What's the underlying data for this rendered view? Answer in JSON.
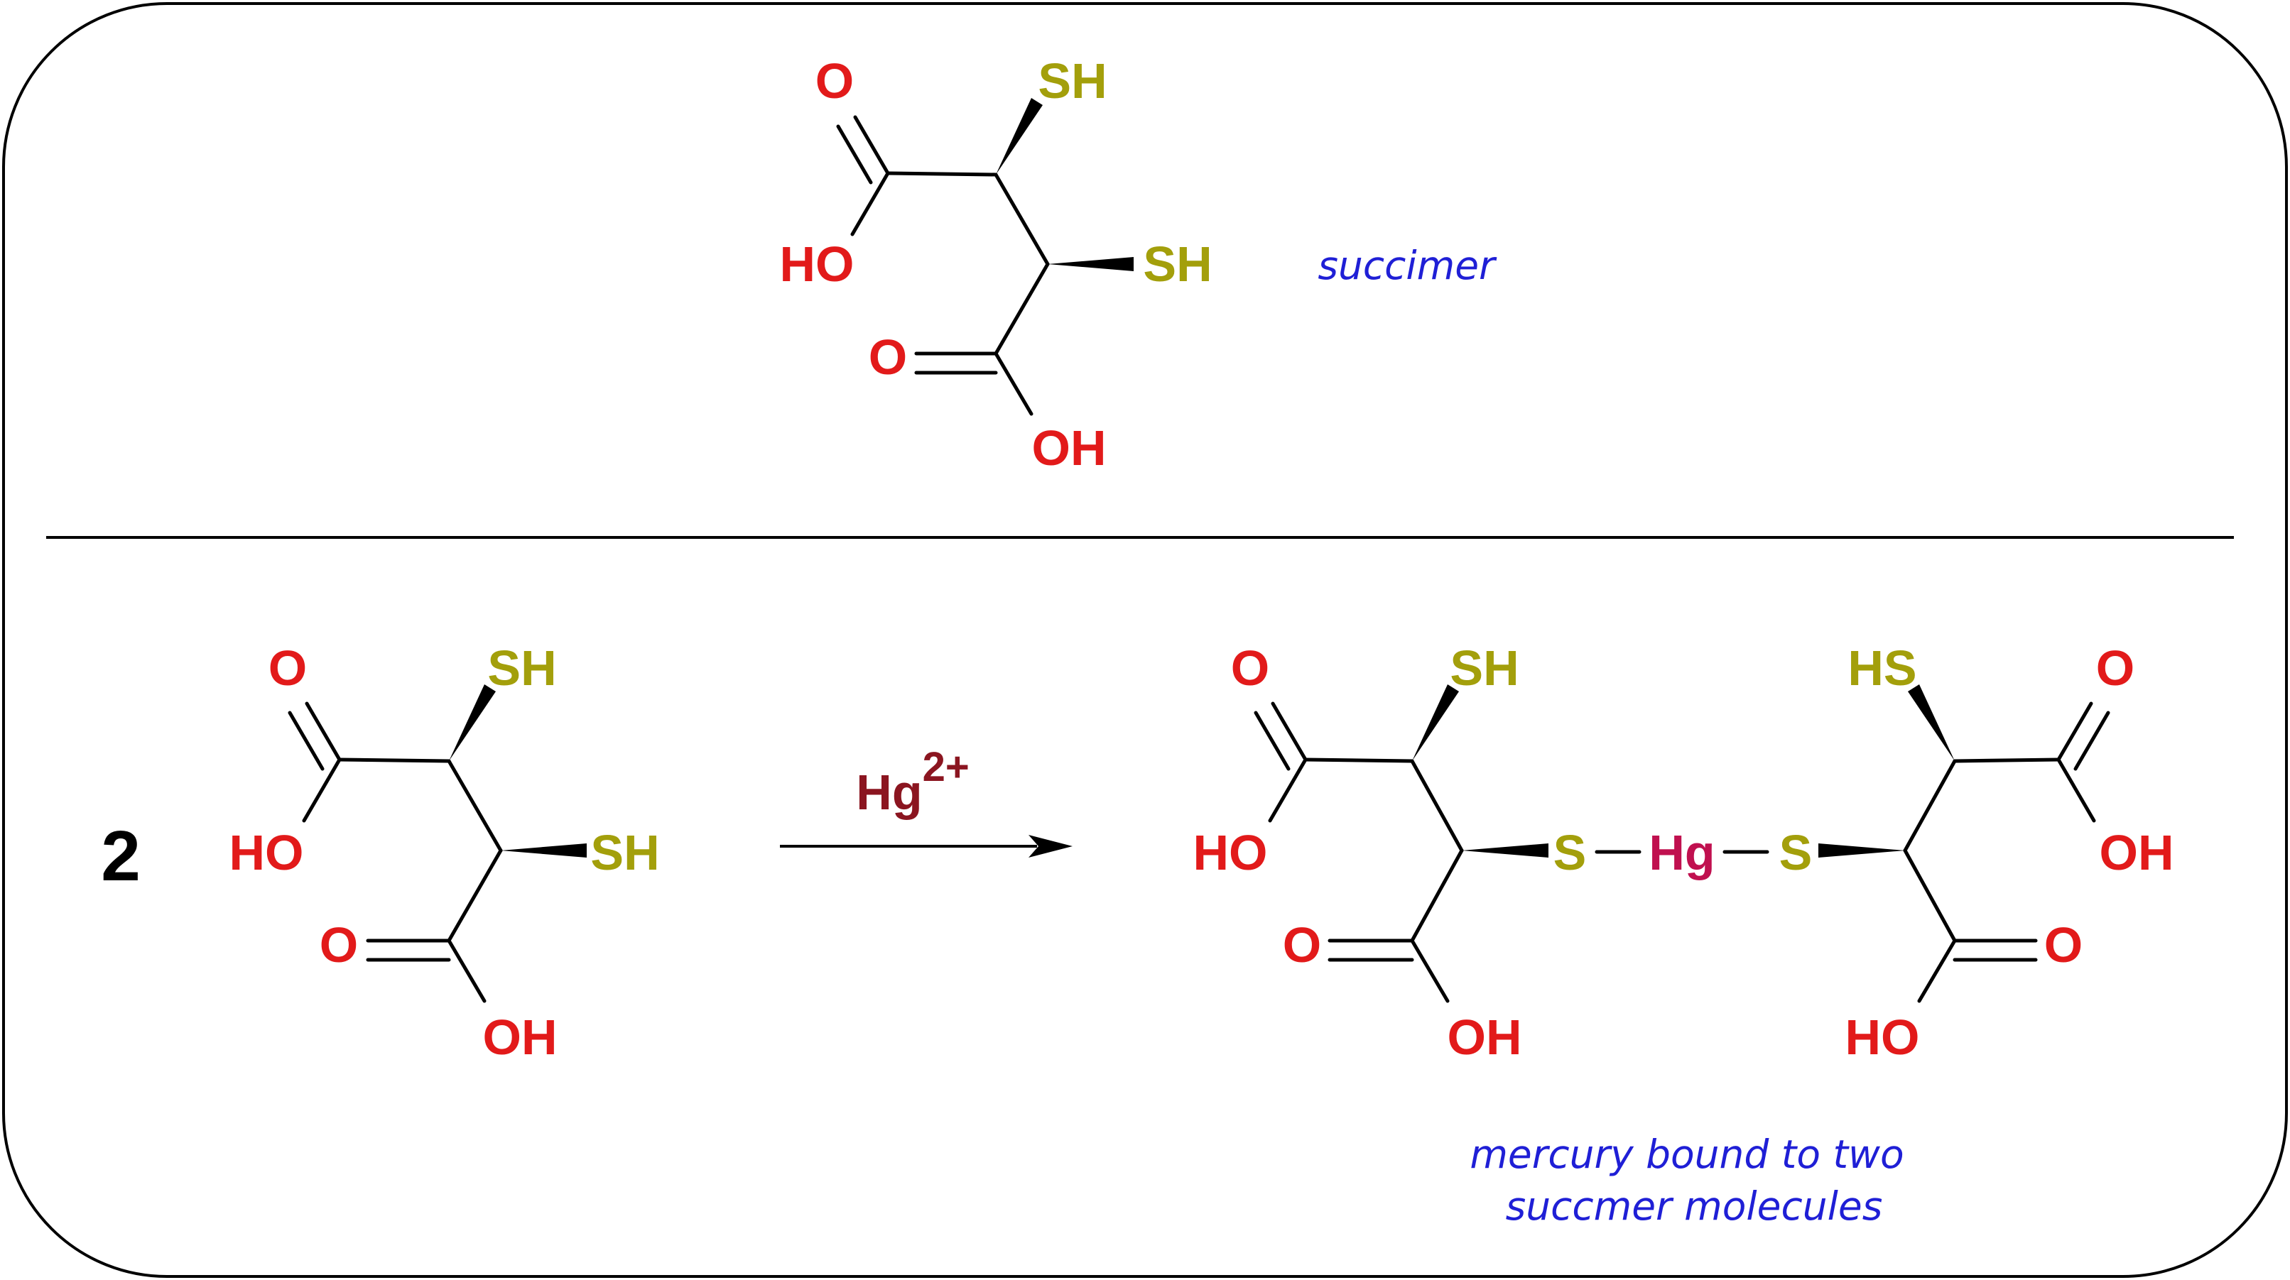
{
  "colors": {
    "oxygen": "#e21a1a",
    "sulfur": "#a39f0b",
    "mercury": "#c0104f",
    "reagent": "#8b1520",
    "caption": "#1f1fd6",
    "count": "#000000",
    "bond": "#000000"
  },
  "top": {
    "molecule": {
      "o_top": "O",
      "sh_top": "SH",
      "ho_left": "HO",
      "sh_right": "SH",
      "o_bottom": "O",
      "oh_bottom": "OH"
    },
    "caption": "succimer"
  },
  "bottom": {
    "coefficient": "2",
    "reactant": {
      "o_top": "O",
      "sh_top": "SH",
      "ho_left": "HO",
      "sh_right": "SH",
      "o_bottom": "O",
      "oh_bottom": "OH"
    },
    "reagent": {
      "symbol": "Hg",
      "charge": "2+"
    },
    "product": {
      "left": {
        "o_top": "O",
        "sh_top": "SH",
        "ho_left": "HO",
        "s_link": "S",
        "o_bottom": "O",
        "oh_bottom": "OH"
      },
      "center": {
        "hg": "Hg"
      },
      "right": {
        "hs_top": "HS",
        "o_top": "O",
        "oh_right": "OH",
        "s_link": "S",
        "o_bottom": "O",
        "ho_bottom": "HO"
      }
    },
    "caption_line1": "mercury bound to two",
    "caption_line2": "succmer molecules"
  }
}
